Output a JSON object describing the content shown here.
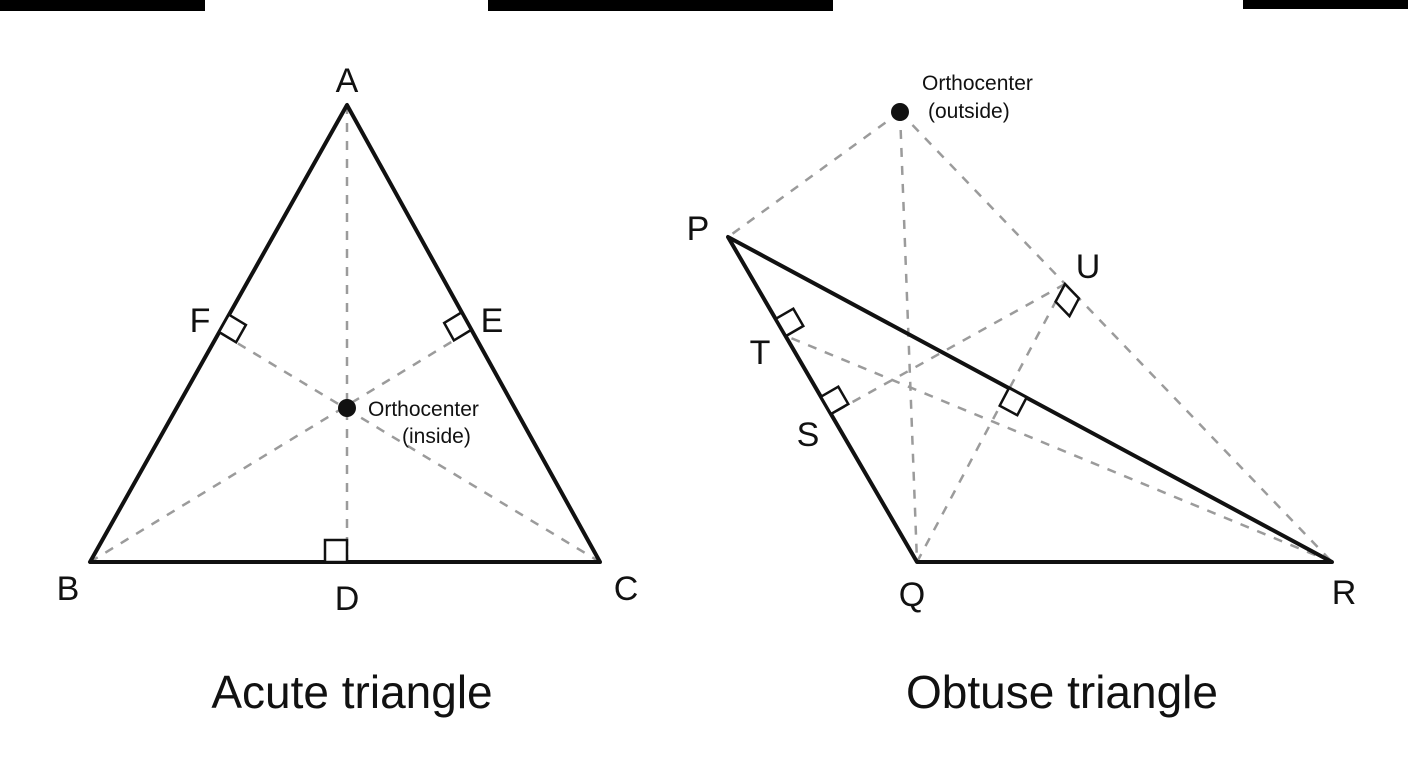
{
  "figure": {
    "left": {
      "caption": "Acute triangle",
      "orthocenter_line1": "Orthocenter",
      "orthocenter_line2": "(inside)",
      "vertices": {
        "a": "A",
        "b": "B",
        "c": "C"
      },
      "feet": {
        "d": "D",
        "e": "E",
        "f": "F"
      }
    },
    "right": {
      "caption": "Obtuse triangle",
      "orthocenter_line1": "Orthocenter",
      "orthocenter_line2": "(outside)",
      "vertices": {
        "p": "P",
        "q": "Q",
        "r": "R"
      },
      "feet": {
        "s": "S",
        "t": "T",
        "u": "U"
      }
    },
    "colors": {
      "solid_line": "#111111",
      "dashed_line": "#9b9b9b",
      "text": "#111111",
      "background": "#ffffff"
    }
  }
}
